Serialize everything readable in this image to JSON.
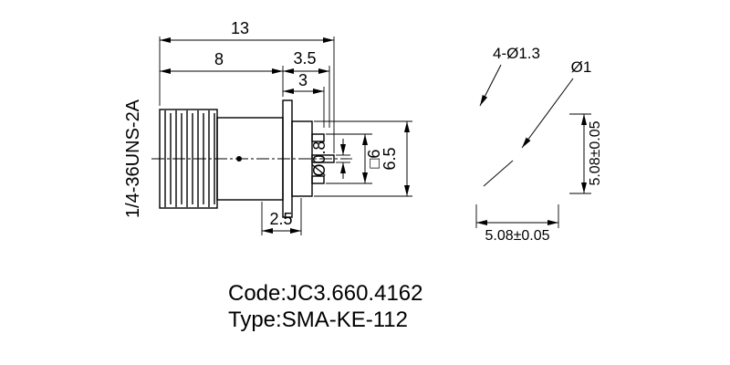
{
  "colors": {
    "ink": "#000000",
    "background": "#ffffff"
  },
  "side_view": {
    "thread_spec": "1/4-36UNS-2A",
    "dim_total_length": "13",
    "dim_thread_length": "8",
    "dim_front_section": "3.5",
    "dim_pin_section": "3",
    "dim_pin_offset": "2.5",
    "dim_center_pin_diameter": "Ø0.8",
    "dim_body_square": "□6",
    "dim_flange_height": "6.5"
  },
  "footprint_view": {
    "corner_holes_label": "4-Ø1.3",
    "center_hole_label": "Ø1",
    "vertical_pitch": "5.08±0.05",
    "horizontal_pitch": "5.08±0.05"
  },
  "title_block": {
    "code": "Code:JC3.660.4162",
    "type": "Type:SMA-KE-112"
  }
}
